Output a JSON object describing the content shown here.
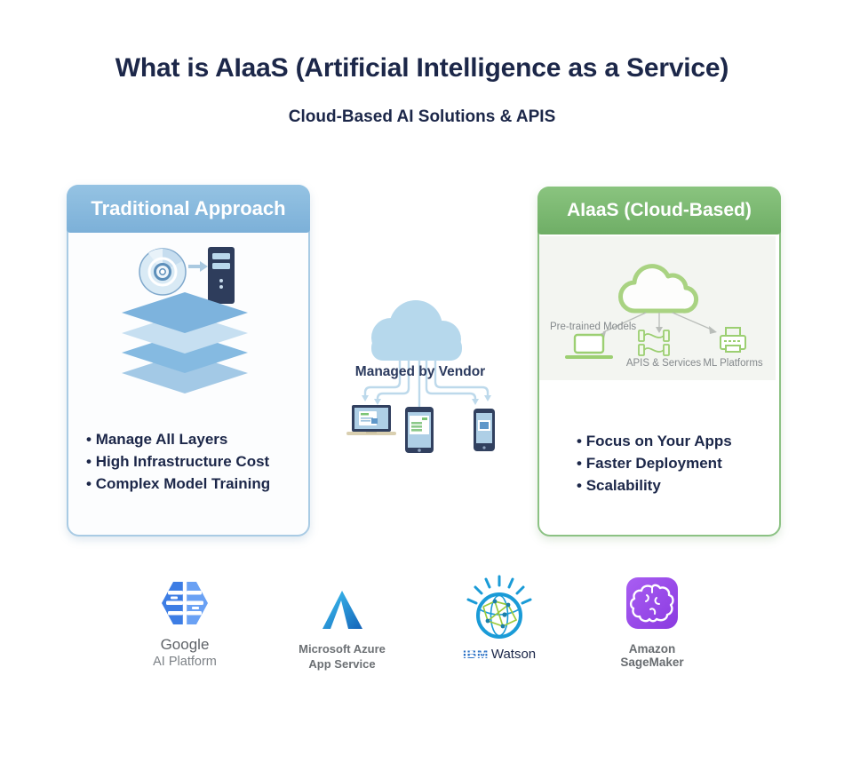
{
  "header": {
    "title": "What is AIaaS (Artificial Intelligence as a Service)",
    "subtitle": "Cloud-Based AI Solutions & APIS"
  },
  "cards": {
    "traditional": {
      "title": "Traditional Approach",
      "bullets": [
        "Manage All Layers",
        "High Infrastructure Cost",
        "Complex Model Training"
      ]
    },
    "aiaas": {
      "title": "AIaaS (Cloud-Based)",
      "labels": {
        "pretrained": "Pre-trained Models",
        "apis": "APIS & Services",
        "ml": "ML Platforms"
      },
      "bullets": [
        "Focus on Your Apps",
        "Faster Deployment",
        "Scalability"
      ]
    }
  },
  "middle": {
    "caption": "Managed by Vendor"
  },
  "logos": {
    "google": {
      "line1": "Google",
      "line2": "AI Platform"
    },
    "azure": {
      "line1": "Microsoft Azure",
      "line2": "App Service"
    },
    "ibm": {
      "brand": "IBM",
      "product": "Watson"
    },
    "sagemaker": {
      "line1": "Amazon",
      "line2": "SageMaker"
    }
  },
  "icons": {
    "traditional": [
      "cd-disc-icon",
      "arrow-right-icon",
      "server-tower-icon",
      "layers-stack-icon"
    ],
    "middle": [
      "cloud-icon",
      "laptop-icon",
      "tablet-icon",
      "smartphone-icon"
    ],
    "aiaas": [
      "green-cloud-icon",
      "laptop-outline-icon",
      "api-connector-icon",
      "printer-icon"
    ],
    "logos": [
      "google-ai-platform-icon",
      "azure-icon",
      "ibm-watson-globe-icon",
      "sagemaker-brain-icon"
    ]
  },
  "colors": {
    "heading_navy": "#1c2749",
    "blue_header": "#7cb0d8",
    "green_header": "#6fae66",
    "cloud_blue": "#b6d8ec",
    "green_outline": "#a9d382",
    "google_blue": "#3d7de4",
    "azure_blue": "#1563b8",
    "ibm_cyan": "#1a9bd7",
    "watson_green": "#9aca3c",
    "sagemaker_purple": "#9a4ce6",
    "logo_gray_text": "#6c7074"
  }
}
